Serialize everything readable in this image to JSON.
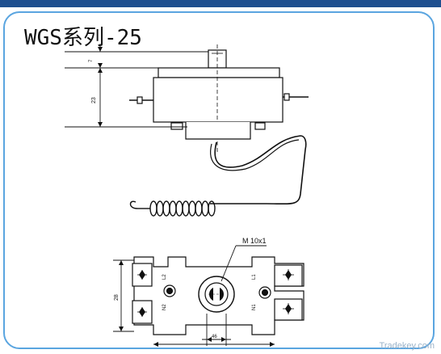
{
  "title": "WGS系列-25",
  "watermark": "Tradekey.com",
  "side_view": {
    "dim_top": "7",
    "dim_height": "23"
  },
  "bottom_view": {
    "thread_label": "M 10x1",
    "dim_height": "28",
    "dim_shaft": "46",
    "terminal_labels": [
      "L2",
      "N2",
      "L1",
      "N1"
    ]
  },
  "colors": {
    "frame": "#5aa5e0",
    "header": "#1e4f8f",
    "ink": "#111111"
  }
}
